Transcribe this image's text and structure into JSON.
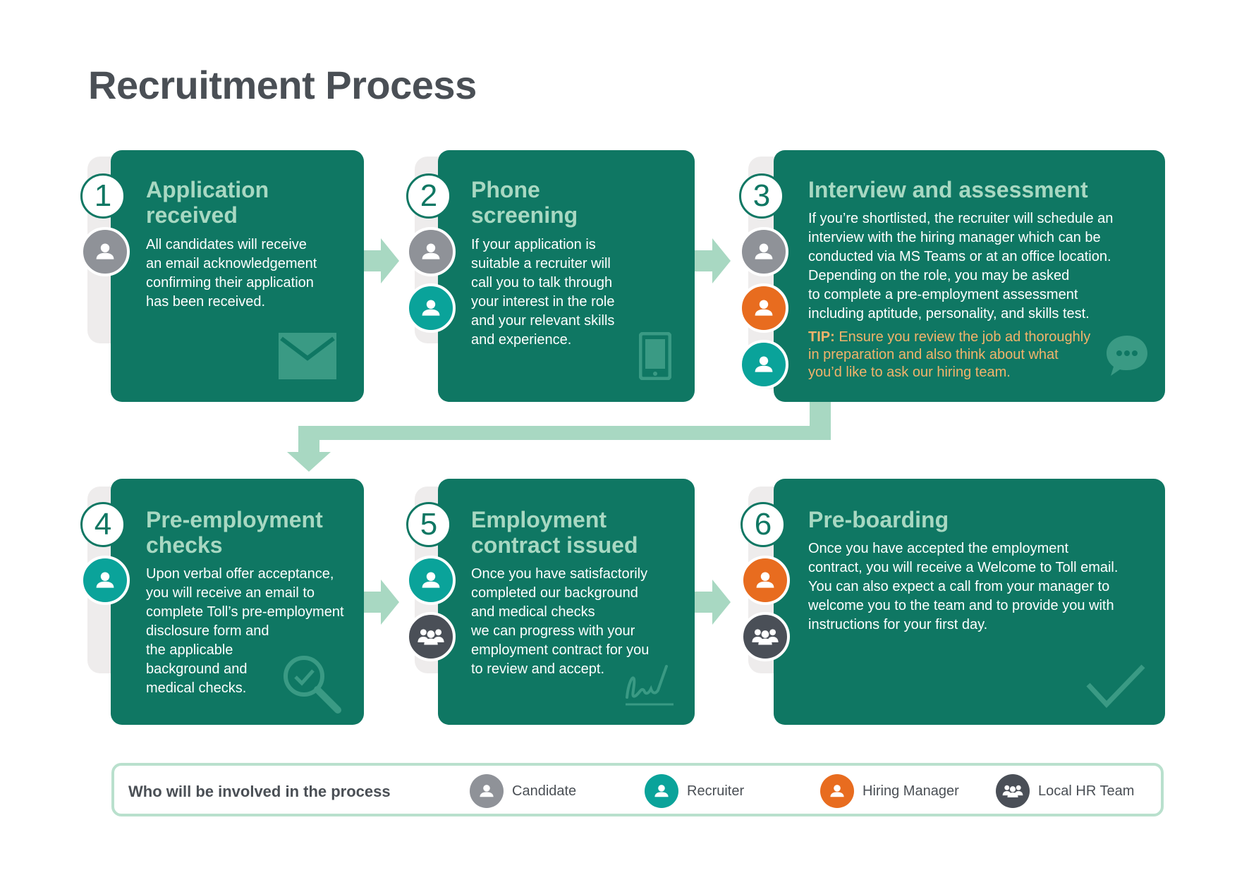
{
  "page_title": "Recruitment Process",
  "colors": {
    "card": "#0f7763",
    "title_text": "#a8d8c2",
    "arrow": "#a8d8c2",
    "candidate": "#8f9298",
    "recruiter": "#0aa39a",
    "hiring_manager": "#e86c1f",
    "local_hr_team": "#4a4f57",
    "tip": "#f2b36b"
  },
  "steps": [
    {
      "number": "1",
      "title_line1": "Application",
      "title_line2": "received",
      "body": "All candidates will receive\nan email acknowledgement\nconfirming their application\nhas been received.",
      "roles": [
        "candidate"
      ],
      "icon": "envelope-icon"
    },
    {
      "number": "2",
      "title_line1": "Phone",
      "title_line2": "screening",
      "body": "If your application is\nsuitable a recruiter will\ncall you to talk through\nyour interest in the role\nand your relevant skills\nand experience.",
      "roles": [
        "candidate",
        "recruiter"
      ],
      "icon": "phone-icon"
    },
    {
      "number": "3",
      "title_line1": "Interview and assessment",
      "title_line2": "",
      "body": "If you’re shortlisted, the recruiter will schedule an\ninterview with the hiring manager which can be\nconducted via MS Teams or at an office location.\nDepending on the role, you may be asked\nto complete a pre-employment assessment\nincluding aptitude, personality, and skills test.",
      "tip_label": "TIP:",
      "tip_text": " Ensure you review the job ad thoroughly\nin preparation and also think about what\nyou’d like to ask our hiring team.",
      "roles": [
        "candidate",
        "hiring_manager",
        "recruiter"
      ],
      "icon": "speech-bubble-icon"
    },
    {
      "number": "4",
      "title_line1": "Pre-employment",
      "title_line2": "checks",
      "body": "Upon verbal offer acceptance,\nyou will receive an email to\ncomplete Toll’s pre-employment\ndisclosure form and\nthe applicable\nbackground and\nmedical checks.",
      "roles": [
        "recruiter"
      ],
      "icon": "magnifier-check-icon"
    },
    {
      "number": "5",
      "title_line1": "Employment",
      "title_line2": "contract issued",
      "body": "Once you have satisfactorily\ncompleted our background\nand medical checks\nwe can progress with your\nemployment contract for you\nto review and accept.",
      "roles": [
        "recruiter",
        "local_hr_team"
      ],
      "icon": "signature-icon"
    },
    {
      "number": "6",
      "title_line1": "Pre-boarding",
      "title_line2": "",
      "body": "Once you have accepted the employment\ncontract, you will receive a Welcome to Toll email.\nYou can also expect a call from your manager to\nwelcome you to the team and to provide you with\ninstructions for your first day.",
      "roles": [
        "hiring_manager",
        "local_hr_team"
      ],
      "icon": "checkmark-icon"
    }
  ],
  "legend": {
    "title": "Who will be involved in the process",
    "items": [
      {
        "key": "candidate",
        "label": "Candidate"
      },
      {
        "key": "recruiter",
        "label": "Recruiter"
      },
      {
        "key": "hiring_manager",
        "label": "Hiring Manager"
      },
      {
        "key": "local_hr_team",
        "label": "Local HR Team"
      }
    ]
  }
}
